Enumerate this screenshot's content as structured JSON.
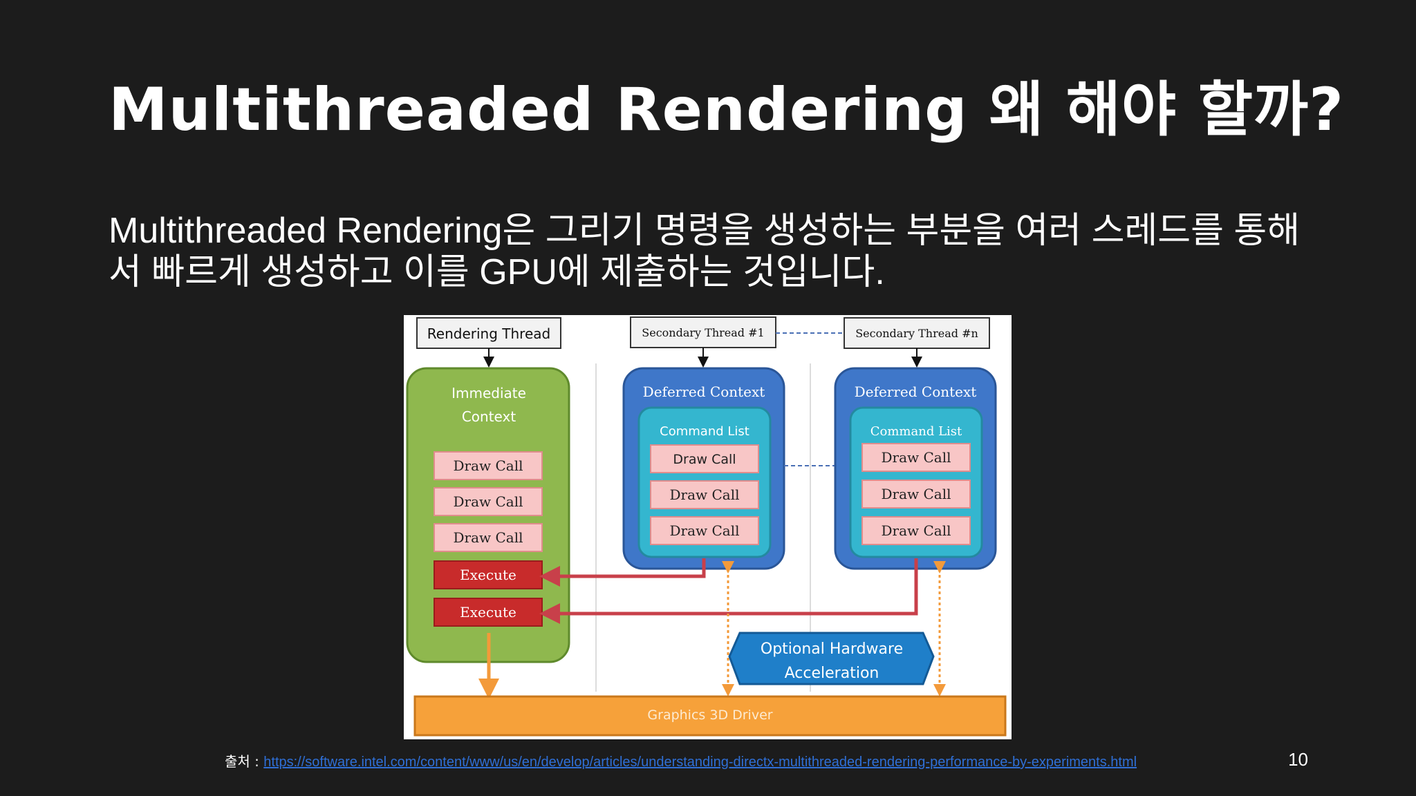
{
  "slide": {
    "title": "Multithreaded Rendering 왜 해야 할까?",
    "body": "Multithreaded Rendering은 그리기 명령을 생성하는 부분을 여러 스레드를 통해서 빠르게 생성하고 이를 GPU에 제출하는 것입니다.",
    "source_label": "출처 : ",
    "source_url": "https://software.intel.com/content/www/us/en/develop/articles/understanding-directx-multithreaded-rendering-performance-by-experiments.html",
    "page_number": "10"
  },
  "diagram": {
    "rendering_thread": "Rendering Thread",
    "secondary_thread_1": "Secondary Thread #1",
    "secondary_thread_n": "Secondary Thread #n",
    "immediate_context_line1": "Immediate",
    "immediate_context_line2": "Context",
    "deferred_context": "Deferred Context",
    "command_list": "Command List",
    "draw_call": "Draw Call",
    "execute": "Execute",
    "optional_hw_line1": "Optional Hardware",
    "optional_hw_line2": "Acceleration",
    "driver": "Graphics 3D Driver"
  },
  "colors": {
    "background": "#1c1c1c",
    "immediate_green": "#8fb84e",
    "deferred_blue": "#3f77c9",
    "command_teal": "#34b6cf",
    "draw_call_pink": "#f8c6c6",
    "execute_red": "#c82b2b",
    "driver_orange": "#f6a13a",
    "link_blue": "#2f6fd6"
  }
}
